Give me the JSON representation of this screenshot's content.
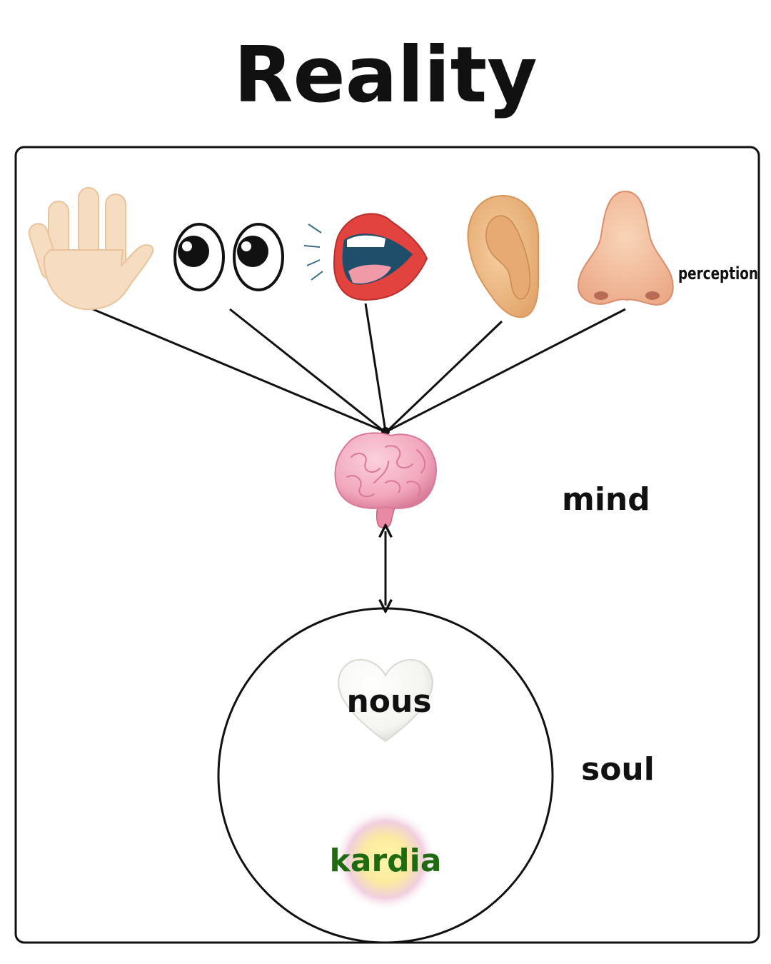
{
  "title": "Reality",
  "labels": {
    "perception": "perception",
    "mind": "mind",
    "soul": "soul",
    "nous": "nous",
    "kardia": "kardia"
  },
  "senses": [
    {
      "name": "touch",
      "icon": "hand-icon"
    },
    {
      "name": "sight",
      "icon": "eyes-icon"
    },
    {
      "name": "taste",
      "icon": "mouth-icon"
    },
    {
      "name": "hearing",
      "icon": "ear-icon"
    },
    {
      "name": "smell",
      "icon": "nose-icon"
    }
  ],
  "icons": {
    "mind": "brain-icon",
    "nous": "white-heart-icon",
    "kardia": "glow-orb-icon"
  },
  "colors": {
    "ink": "#111111",
    "kardia_text": "#1e6b12",
    "brain": "#f2a7bd",
    "skin_hand": "#f6dcc0",
    "skin_ear": "#efbe8e",
    "skin_nose": "#f5c2a2",
    "lips": "#e2433f"
  }
}
